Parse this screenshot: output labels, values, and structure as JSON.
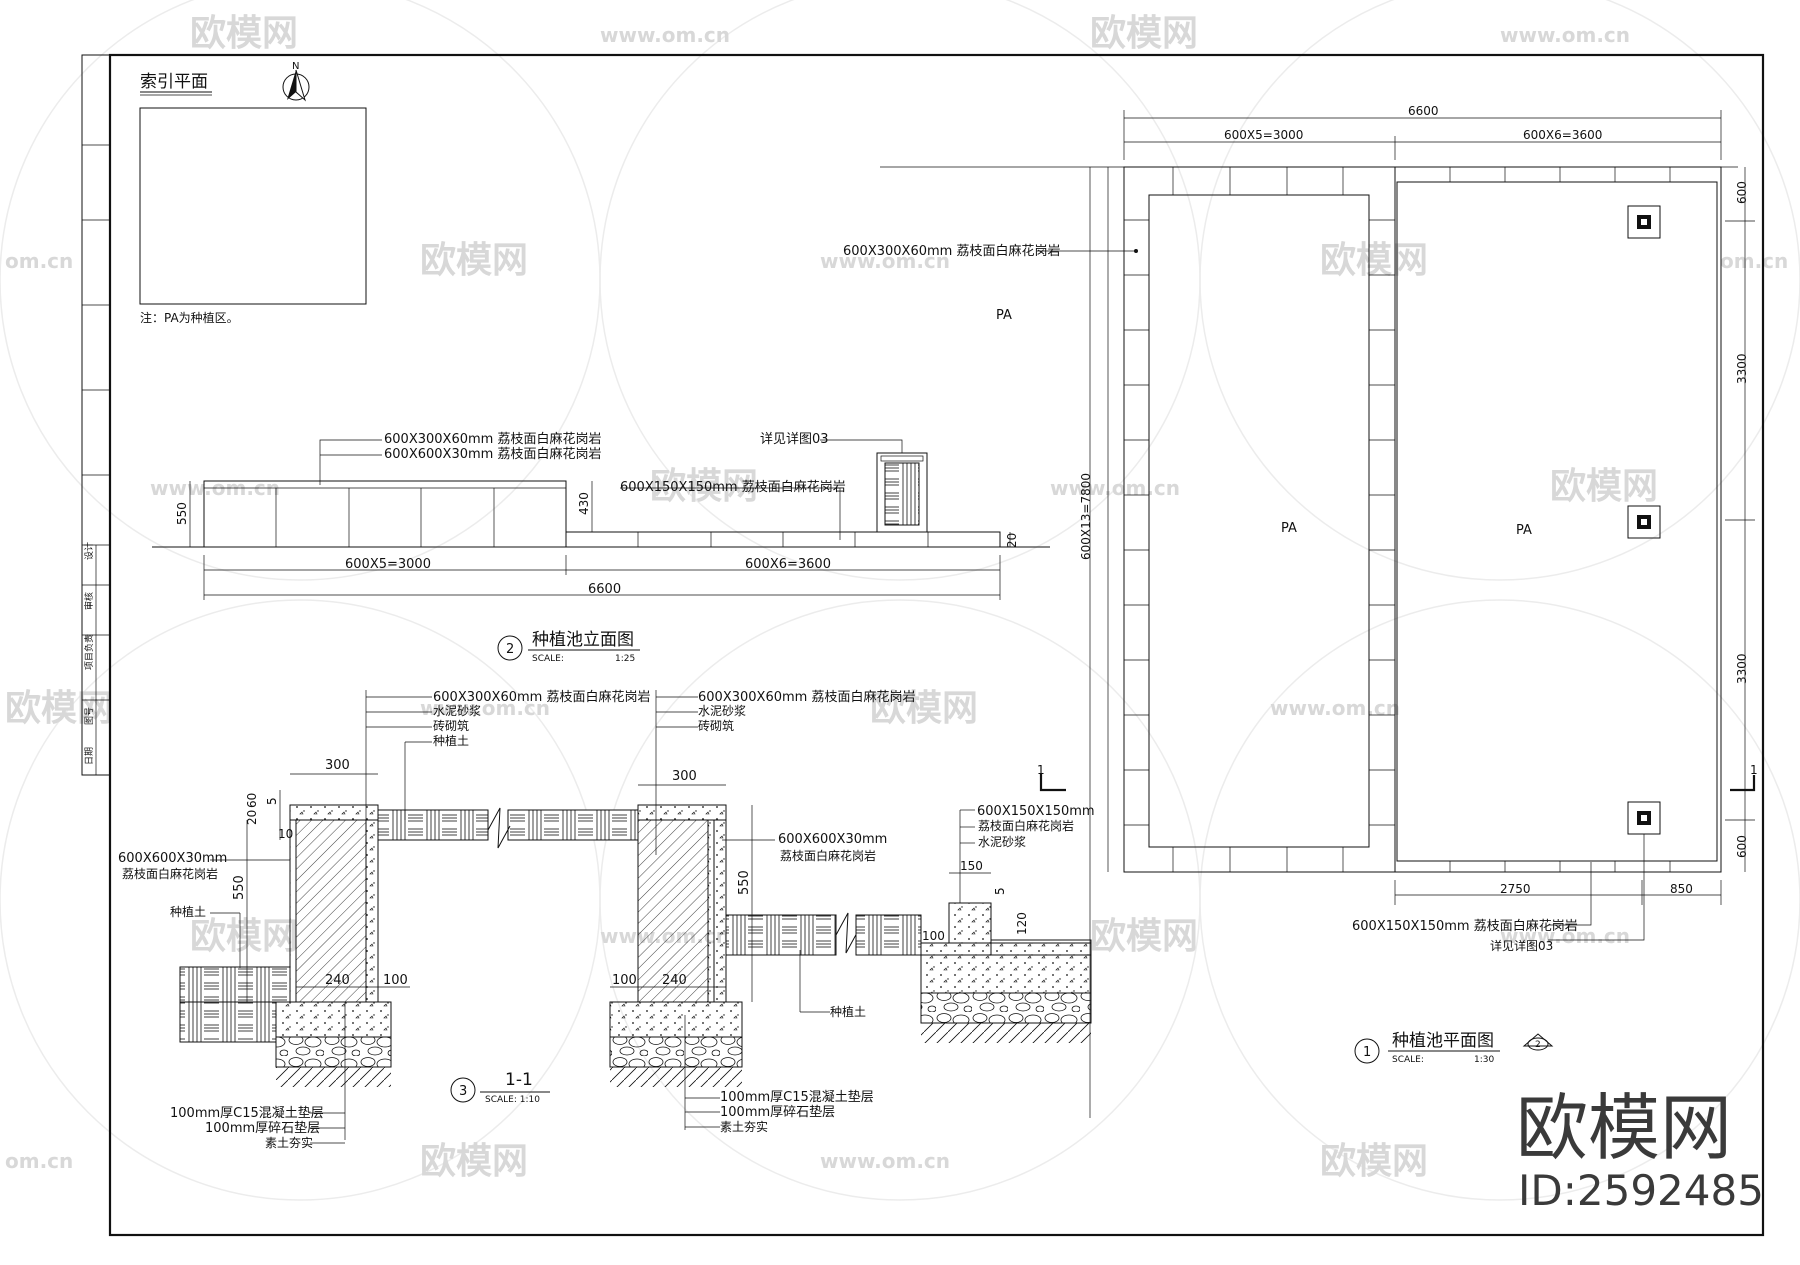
{
  "watermark": {
    "brand": "欧模网",
    "url": "www.om.cn",
    "url_cn": "om.cn",
    "big_brand": "欧模网",
    "id_label": "ID:2592485"
  },
  "index_plan": {
    "title": "索引平面",
    "north": "N",
    "note": "注：PA为种植区。"
  },
  "title_block": {
    "cells": [
      "设计",
      "审核",
      "项目负责",
      "图号",
      "日期"
    ]
  },
  "elevation": {
    "label_top1": "600X300X60mm 荔枝面白麻花岗岩",
    "label_top2": "600X600X30mm 荔枝面白麻花岗岩",
    "label_mid": "600X150X150mm 荔枝面白麻花岗岩",
    "label_detail": "详见详图03",
    "dim_550": "550",
    "dim_430": "430",
    "dim_20": "20",
    "dim_left": "600X5=3000",
    "dim_right": "600X6=3600",
    "dim_total": "6600",
    "title_no": "2",
    "title": "种植池立面图",
    "scale_label": "SCALE:",
    "scale": "1:25"
  },
  "section": {
    "a_label1": "600X300X60mm 荔枝面白麻花岗岩",
    "a_label2": "水泥砂浆",
    "a_label3": "砖砌筑",
    "a_label4": "种植土",
    "a_dim_300": "300",
    "a_dim_5": "5",
    "a_dim_20": "20",
    "a_dim_60": "60",
    "a_dim_10": "10",
    "a_dim_550": "550",
    "a_side1": "600X600X30mm",
    "a_side2": "荔枝面白麻花岗岩",
    "a_soil": "种植土",
    "a_dim_240": "240",
    "a_dim_100": "100",
    "a_base1": "100mm厚C15混凝土垫层",
    "a_base2": "100mm厚碎石垫层",
    "a_base3": "素土夯实",
    "b_label1": "600X300X60mm 荔枝面白麻花岗岩",
    "b_label2": "水泥砂浆",
    "b_label3": "砖砌筑",
    "b_dim_300": "300",
    "b_side1": "600X600X30mm",
    "b_side2": "荔枝面白麻花岗岩",
    "b_dim_550": "550",
    "b_dim_100": "100",
    "b_dim_240": "240",
    "b_soil": "种植土",
    "b_base1": "100mm厚C15混凝土垫层",
    "b_base2": "100mm厚碎石垫层",
    "b_base3": "素土夯实",
    "c_label1": "600X150X150mm",
    "c_label2": "荔枝面白麻花岗岩",
    "c_label3": "水泥砂浆",
    "c_dim_150": "150",
    "c_dim_5": "5",
    "c_dim_120": "120",
    "c_dim_100": "100",
    "title_no": "3",
    "title": "1-1",
    "scale": "SCALE: 1:10"
  },
  "plan": {
    "dim_total": "6600",
    "dim_left": "600X5=3000",
    "dim_right": "600X6=3600",
    "label_paving": "600X300X60mm 荔枝面白麻花岗岩",
    "pa": "PA",
    "dim_vertical": "600X13=7800",
    "dim_600_top": "600",
    "dim_3300_a": "3300",
    "dim_3300_b": "3300",
    "dim_600_bot": "600",
    "dim_2750": "2750",
    "dim_850": "850",
    "label_bottom1": "600X150X150mm 荔枝面白麻花岗岩",
    "label_bottom2": "详见详图03",
    "section_mark": "1",
    "title_no": "1",
    "title": "种植池平面图",
    "scale_label": "SCALE:",
    "scale": "1:30",
    "index_mark": "2"
  }
}
